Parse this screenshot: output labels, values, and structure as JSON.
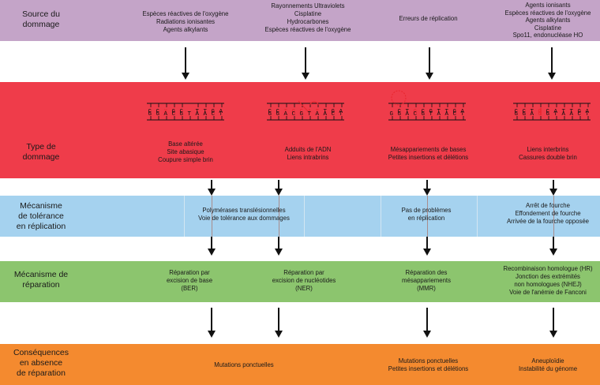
{
  "colors": {
    "source": "#c4a4c8",
    "damage": "#ef3c4a",
    "tolerance": "#a5d2ef",
    "repair": "#8cc56e",
    "consequence": "#f48a2f",
    "mismatch": "#e8262e"
  },
  "rows": {
    "source": {
      "label_l1": "Source du",
      "label_l2": "dommage"
    },
    "damage": {
      "label_l1": "Type de",
      "label_l2": "dommage"
    },
    "tolerance": {
      "label_l1": "Mécanisme",
      "label_l2": "de tolérance",
      "label_l3": "en réplication"
    },
    "repair": {
      "label_l1": "Mécanisme de",
      "label_l2": "réparation"
    },
    "consequence": {
      "label_l1": "Conséquences",
      "label_l2": "en absence",
      "label_l3": "de réparation"
    }
  },
  "source": {
    "col1": [
      "Espèces réactives de l'oxygène",
      "Radiations ionisantes",
      "Agents alkylants"
    ],
    "col2": [
      "Rayonnements Ultraviolets",
      "Cisplatine",
      "Hydrocarbones",
      "Espèces réactives de l'oxygène"
    ],
    "col3": [
      "Erreurs de réplication"
    ],
    "col4": [
      "Agents ionisants",
      "Espèces réactives de l'oxygène",
      "Agents alkylants",
      "Cisplatine",
      "Spo11, endonucléase HO"
    ]
  },
  "damage": {
    "col1": [
      "Base altérée",
      "Site abasique",
      "Coupure simple brin"
    ],
    "col2": [
      "Adduits de l'ADN",
      "Liens intrabrins"
    ],
    "col3": [
      "Mésappariements de bases",
      "Petites insertions et délétions"
    ],
    "col4": [
      "Liens interbrins",
      "Cassures double brin"
    ]
  },
  "dna": {
    "col1": {
      "top": [
        "C",
        "C",
        "X",
        "G",
        "C",
        "",
        "T",
        "T",
        "G",
        "A"
      ],
      "bottom": [
        "G",
        "G",
        "A",
        "C",
        "G",
        "T",
        "A",
        "A",
        "C",
        "T"
      ]
    },
    "col2": {
      "top": [
        "C",
        "C",
        "T",
        "G",
        "C",
        "A",
        "T",
        "T",
        "G",
        "A"
      ],
      "bottom": [
        "G",
        "G",
        "A",
        "C",
        "G",
        "T",
        "A",
        "A",
        "C",
        "T"
      ]
    },
    "col3": {
      "top": [
        "C",
        "T",
        "G",
        "C",
        "G",
        "T",
        "T",
        "G",
        "A"
      ],
      "bottom": [
        "G",
        "G",
        "A",
        "C",
        "G",
        "T",
        "A",
        "A",
        "C",
        "T"
      ]
    },
    "col4": {
      "top": [
        "C",
        "C",
        "T",
        "G",
        "C",
        "A",
        "T",
        "T",
        "G",
        "A"
      ],
      "bottom": [
        "G",
        "G",
        "A",
        "C",
        "G",
        "T",
        "A",
        "A",
        "C",
        "T"
      ]
    }
  },
  "tolerance": {
    "col12": [
      "Polymérases translésionnelles",
      "Voie de tolérance aux dommages"
    ],
    "col3": [
      "Pas de problèmes",
      "en réplication"
    ],
    "col4": [
      "Arrêt de fourche",
      "Effondement de fourche",
      "Arrivée de la fourche opposée"
    ]
  },
  "repair": {
    "col1": [
      "Réparation par",
      "excision de base",
      "(BER)"
    ],
    "col2": [
      "Réparation par",
      "excision de nucléotides",
      "(NER)"
    ],
    "col3": [
      "Réparation des",
      "mésappariements",
      "(MMR)"
    ],
    "col4": [
      "Recombinaison homologue (HR)",
      "Jonction des extrémités",
      "non homologues (NHEJ)",
      "Voie de l'anémie de Fanconi"
    ]
  },
  "consequence": {
    "col12": [
      "Mutations ponctuelles"
    ],
    "col3": [
      "Mutations ponctuelles",
      "Petites insertions et délétions"
    ],
    "col4": [
      "Aneuploïdie",
      "Instabilité du génome"
    ]
  }
}
